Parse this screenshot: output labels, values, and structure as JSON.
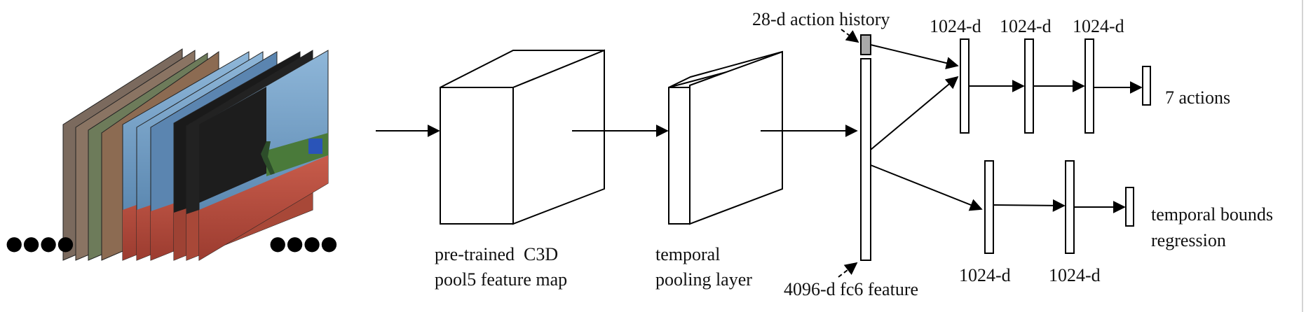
{
  "diagram": {
    "frames_dots_left": "●●●●",
    "frames_dots_right": "●●●●",
    "c3d_label_line1": "pre-trained  C3D",
    "c3d_label_line2": "pool5 feature map",
    "pool_label_line1": "temporal",
    "pool_label_line2": "pooling layer",
    "fc6_label": "4096-d fc6 feature",
    "history_label": "28-d action history",
    "action_branch_labels": [
      "1024-d",
      "1024-d",
      "1024-d"
    ],
    "action_output_label": "7 actions",
    "regression_branch_labels": [
      "1024-d",
      "1024-d"
    ],
    "regression_output_line1": "temporal bounds",
    "regression_output_line2": "regression"
  },
  "colors": {
    "stroke": "#000000",
    "history_fill": "#a9a9a9",
    "frame_sky": "#5f8fb8",
    "frame_track": "#b84a3c",
    "frame_grass": "#4a7a3a"
  }
}
